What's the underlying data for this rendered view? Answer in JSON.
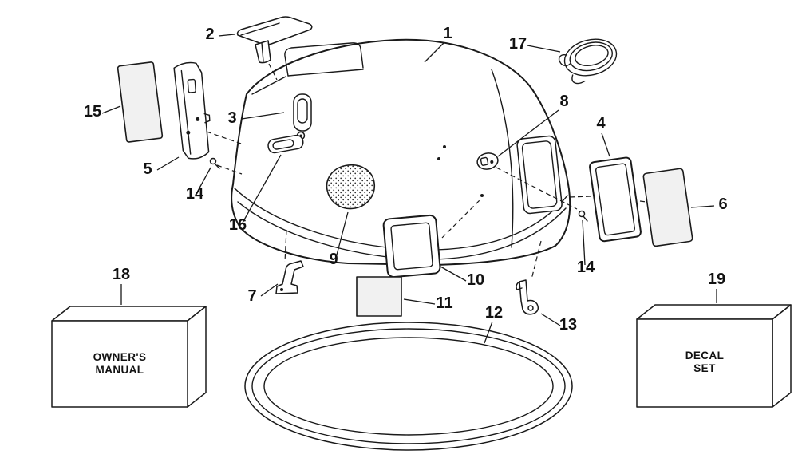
{
  "labels": {
    "part1": "1",
    "part2": "2",
    "part3": "3",
    "part4": "4",
    "part5": "5",
    "part6": "6",
    "part7": "7",
    "part8": "8",
    "part9": "9",
    "part10": "10",
    "part11": "11",
    "part12": "12",
    "part13": "13",
    "part14_left": "14",
    "part14_right": "14",
    "part15": "15",
    "part16": "16",
    "part17": "17",
    "part18": "18",
    "part19": "19"
  },
  "boxes": {
    "owners_manual": {
      "line1": "OWNER'S",
      "line2": "MANUAL"
    },
    "decal_set": {
      "line1": "DECAL",
      "line2": "SET"
    }
  },
  "colors": {
    "ink": "#1a1a1a",
    "background": "#ffffff"
  }
}
